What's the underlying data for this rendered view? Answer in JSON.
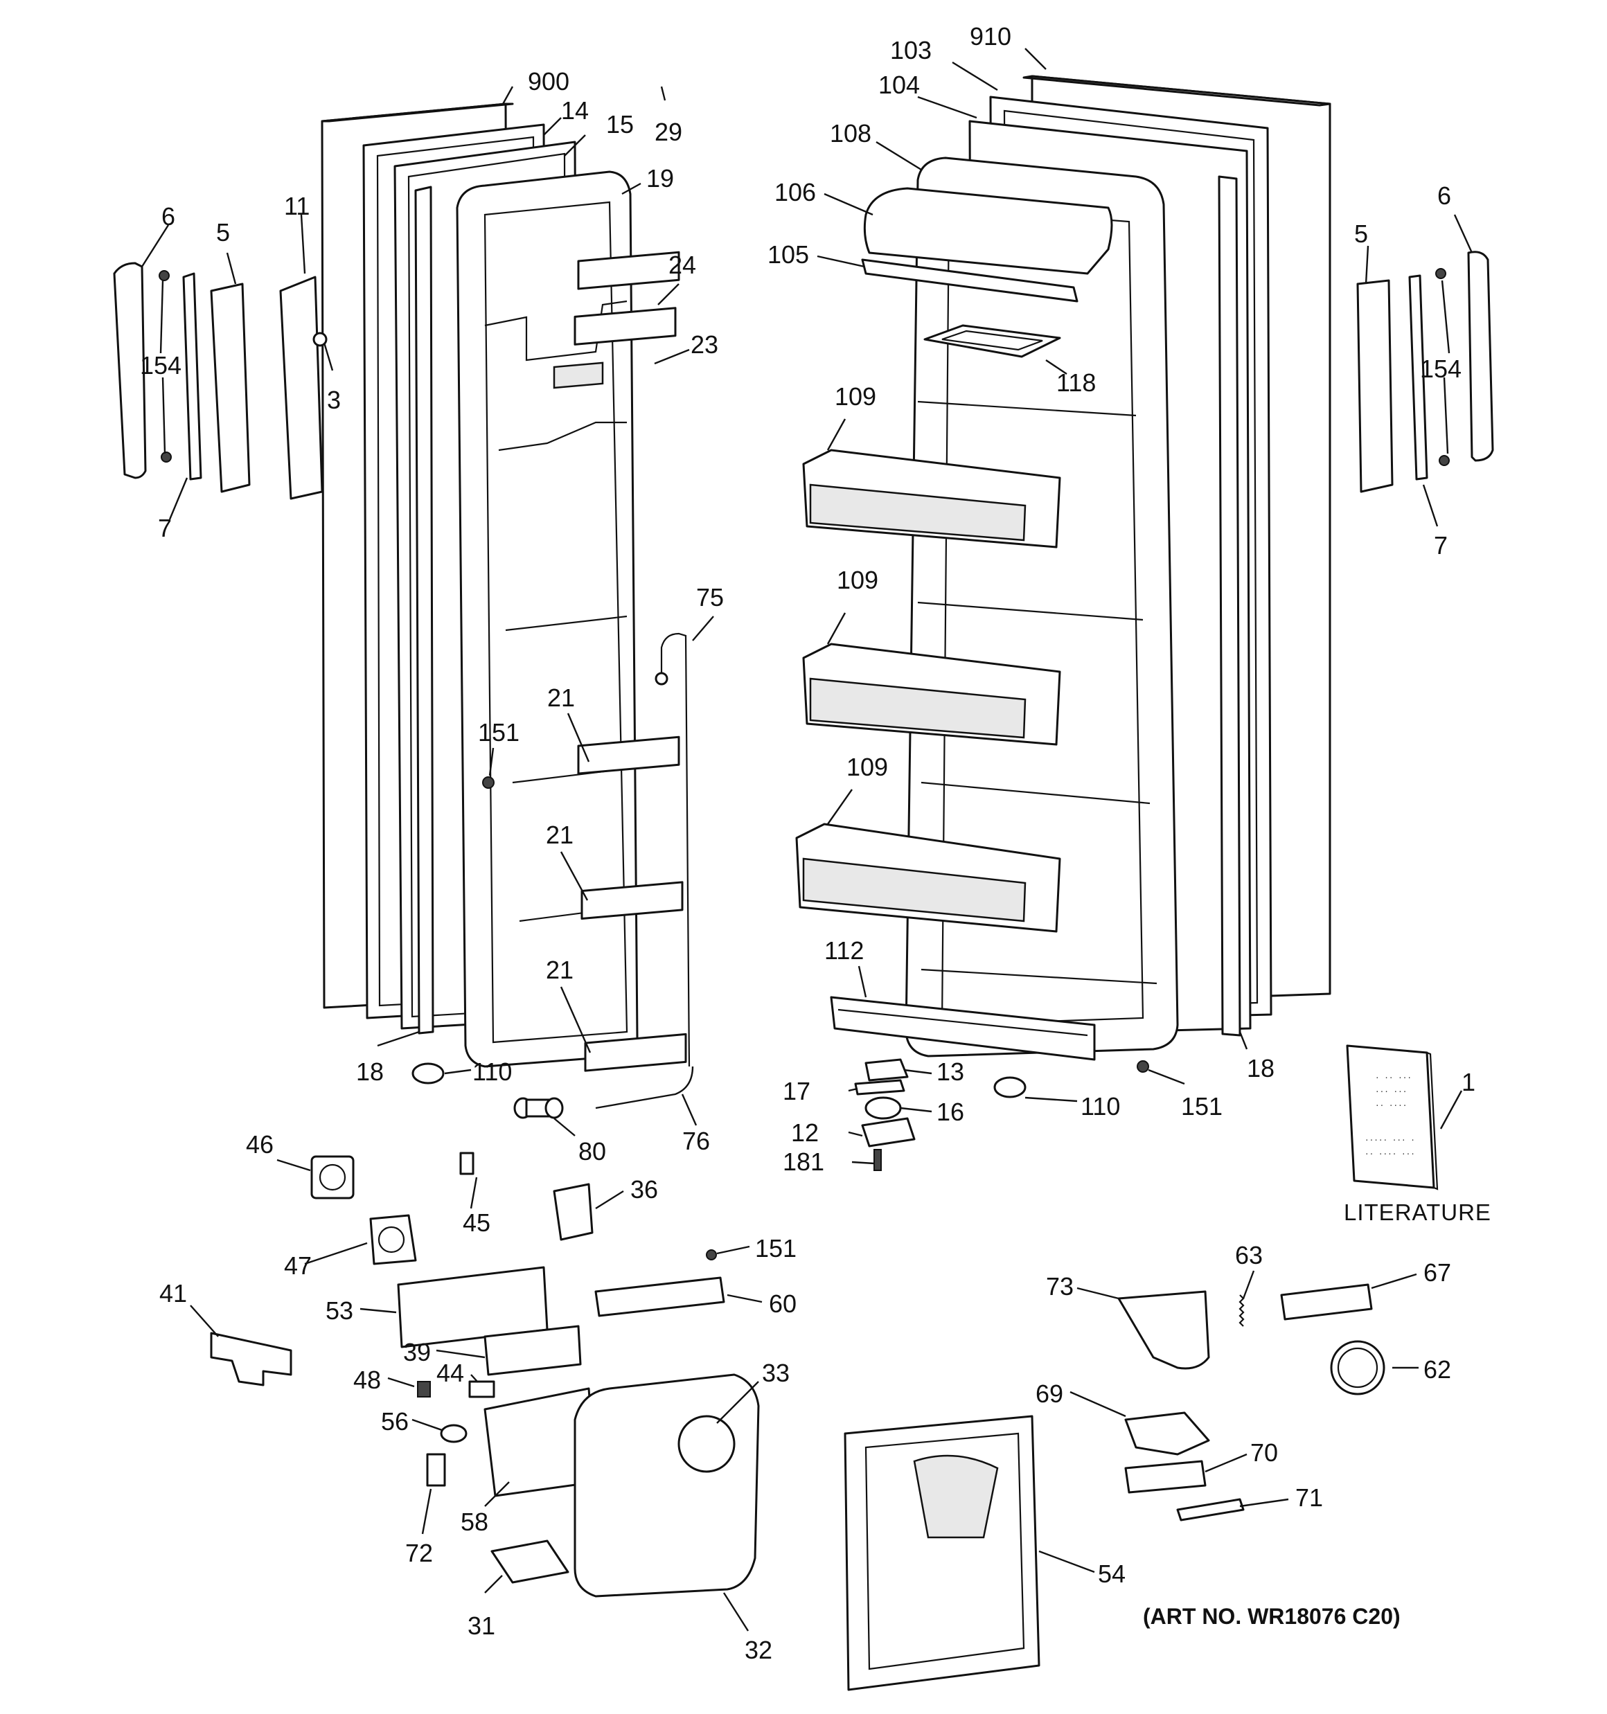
{
  "labels": {
    "l900": "900",
    "l14": "14",
    "l15": "15",
    "l29": "29",
    "l19": "19",
    "l11": "11",
    "l6_left": "6",
    "l5_left": "5",
    "l154_left": "154",
    "l3": "3",
    "l7_left": "7",
    "l24": "24",
    "l23": "23",
    "l75": "75",
    "l21_a": "21",
    "l21_b": "21",
    "l21_c": "21",
    "l151_a": "151",
    "l18_left": "18",
    "l110_left": "110",
    "l80": "80",
    "l76": "76",
    "l910": "910",
    "l103": "103",
    "l104": "104",
    "l108": "108",
    "l106": "106",
    "l105": "105",
    "l118": "118",
    "l109_a": "109",
    "l109_b": "109",
    "l109_c": "109",
    "l112": "112",
    "l6_right": "6",
    "l5_right": "5",
    "l154_right": "154",
    "l7_right": "7",
    "l18_right": "18",
    "l13": "13",
    "l17": "17",
    "l16": "16",
    "l12": "12",
    "l181": "181",
    "l110_right": "110",
    "l151_b": "151",
    "l1": "1",
    "l46": "46",
    "l45": "45",
    "l36": "36",
    "l47": "47",
    "l151_c": "151",
    "l41": "41",
    "l53": "53",
    "l60": "60",
    "l39": "39",
    "l44": "44",
    "l33": "33",
    "l48": "48",
    "l56": "56",
    "l58": "58",
    "l72": "72",
    "l31": "31",
    "l32": "32",
    "l54": "54",
    "l63": "63",
    "l67": "67",
    "l73": "73",
    "l62": "62",
    "l69": "69",
    "l70": "70",
    "l71": "71"
  },
  "literature_label": "LITERATURE",
  "art_number": "(ART NO. WR18076 C20)"
}
